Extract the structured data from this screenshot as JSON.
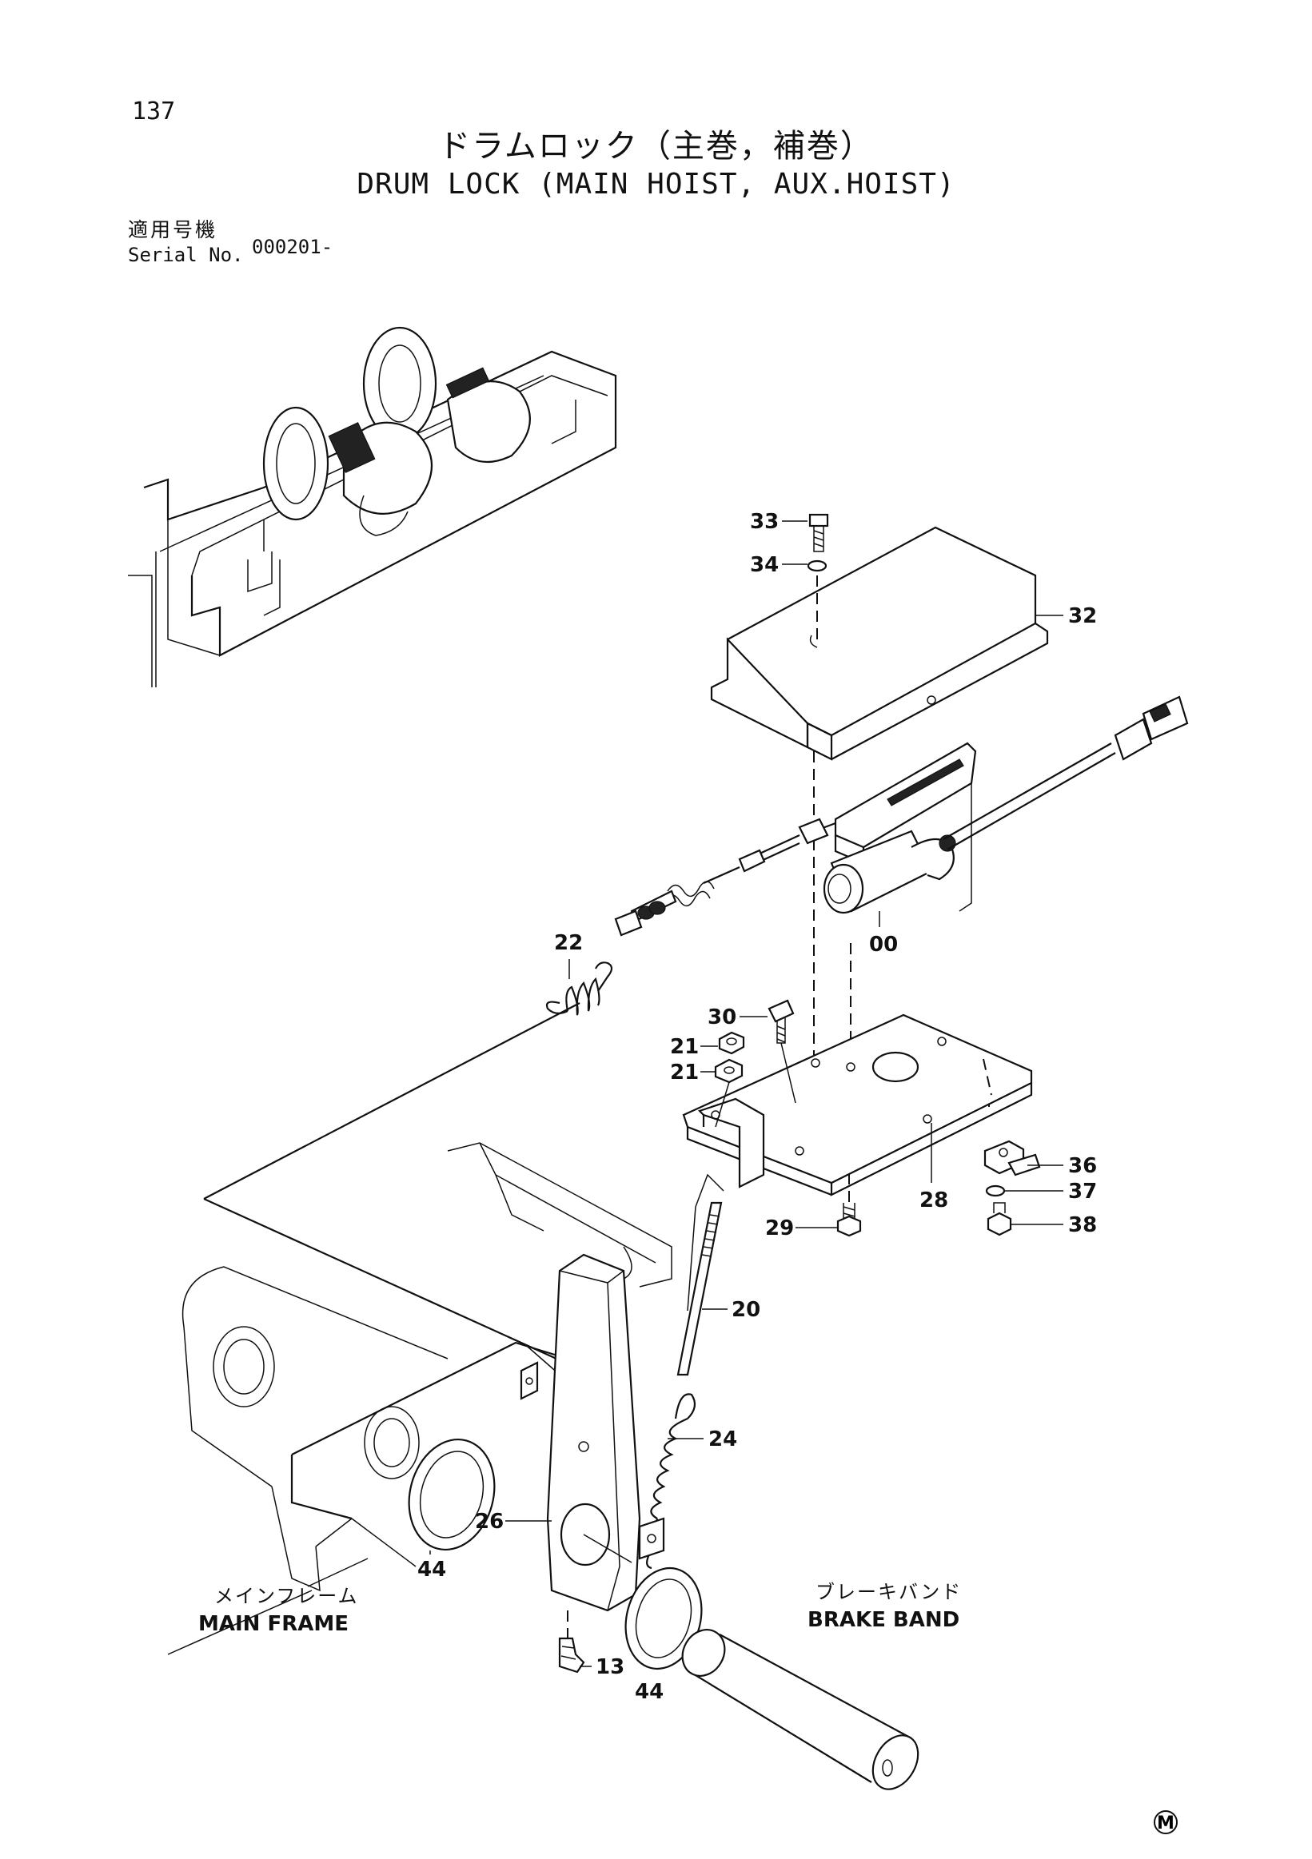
{
  "page_number": "137",
  "title_jp": "ドラムロック（主巻，補巻）",
  "title_en": "DRUM LOCK (MAIN HOIST, AUX.HOIST)",
  "serial": {
    "label_jp": "適用号機",
    "label_en": "Serial No.",
    "value": "000201-"
  },
  "callouts": {
    "c33": "33",
    "c34": "34",
    "c32": "32",
    "c00": "00",
    "c22": "22",
    "c30": "30",
    "c21a": "21",
    "c21b": "21",
    "c28": "28",
    "c36": "36",
    "c37": "37",
    "c38": "38",
    "c29": "29",
    "c20": "20",
    "c24": "24",
    "c26": "26",
    "c44a": "44",
    "c44b": "44",
    "c13": "13"
  },
  "labels": {
    "main_frame_jp": "メインフレーム",
    "main_frame_en": "MAIN FRAME",
    "brake_band_jp": "ブレーキバンド",
    "brake_band_en": "BRAKE BAND"
  },
  "corner_mark": "M"
}
